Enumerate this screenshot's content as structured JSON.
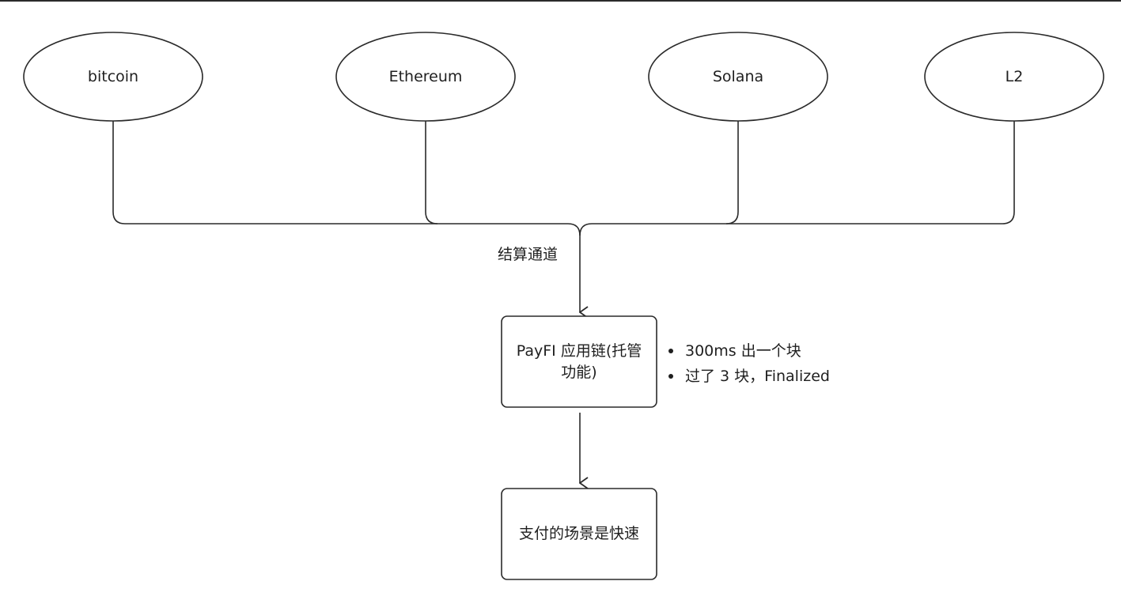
{
  "chains": [
    {
      "id": "bitcoin",
      "label": "bitcoin"
    },
    {
      "id": "ethereum",
      "label": "Ethereum"
    },
    {
      "id": "solana",
      "label": "Solana"
    },
    {
      "id": "l2",
      "label": "L2"
    }
  ],
  "edge_label": "结算通道",
  "app_chain": {
    "label_line1": "PayFI 应用链(托管",
    "label_line2": "功能)"
  },
  "notes": [
    "300ms 出一个块",
    "过了 3 块，Finalized"
  ],
  "scenario": {
    "label": "支付的场景是快速"
  },
  "colors": {
    "stroke": "#2a2a2a",
    "text": "#1f1f1f",
    "background": "#ffffff"
  }
}
